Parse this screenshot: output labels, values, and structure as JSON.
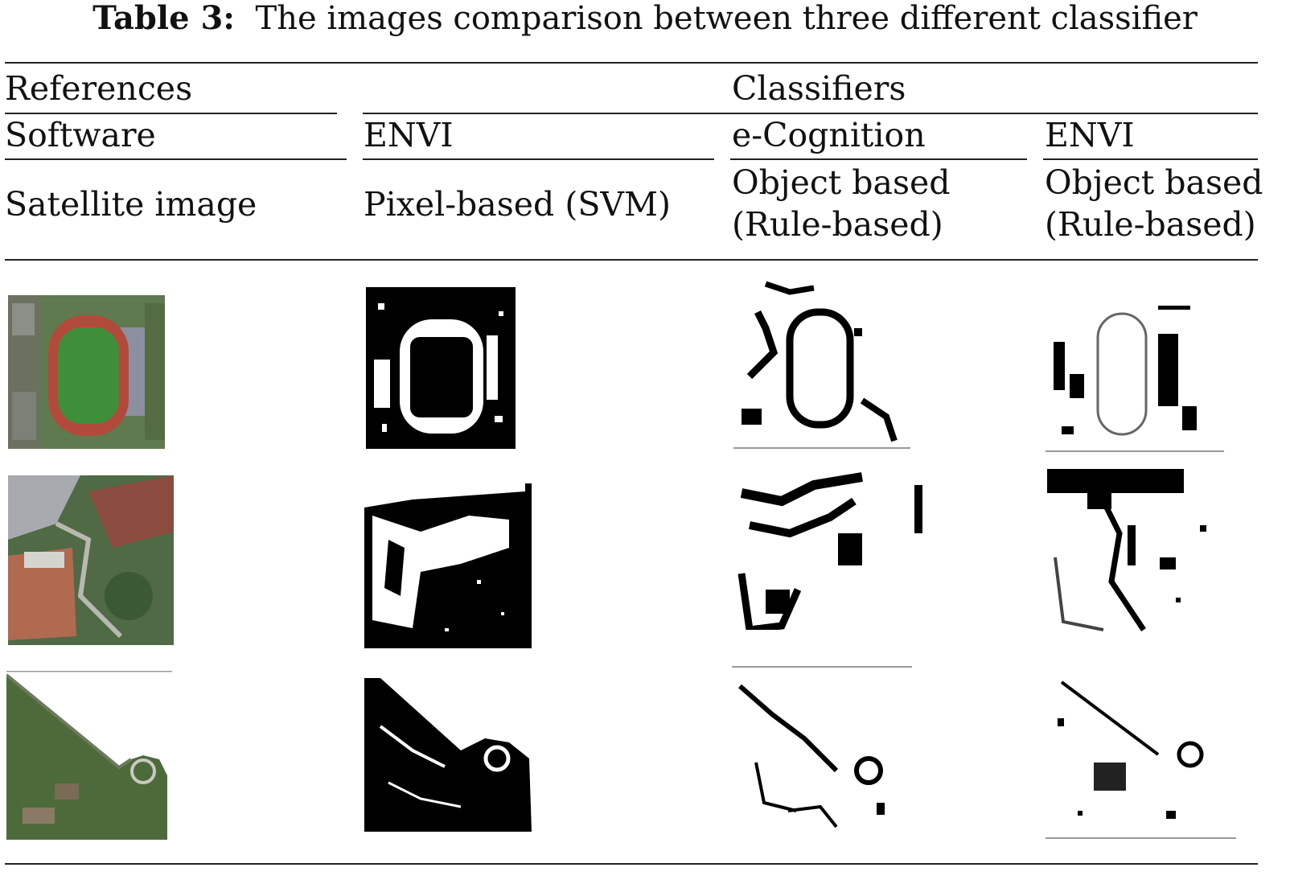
{
  "caption": {
    "label": "Table 3:",
    "text": "The images comparison between three different classifier"
  },
  "header": {
    "references": "References",
    "classifiers": "Classifiers",
    "software_label": "Software",
    "software": [
      "ENVI",
      "e-Cognition",
      "ENVI"
    ],
    "ref_type": "Satellite image",
    "methods": [
      {
        "lines": [
          "Pixel-based (SVM)"
        ]
      },
      {
        "lines": [
          "Object based",
          "(Rule-based)"
        ]
      },
      {
        "lines": [
          "Object based",
          "(Rule-based)"
        ]
      }
    ]
  },
  "rows": [
    {
      "scene": "stadium",
      "cells": [
        "satellite-image",
        "svm-map",
        "ecognition-map",
        "envi-object-map"
      ]
    },
    {
      "scene": "campus",
      "cells": [
        "satellite-image",
        "svm-map",
        "ecognition-map",
        "envi-object-map"
      ]
    },
    {
      "scene": "coastline",
      "cells": [
        "satellite-image",
        "svm-map",
        "ecognition-map",
        "envi-object-map"
      ]
    }
  ],
  "colors": {
    "track": "#b24a3c",
    "field": "#3f8f3a",
    "vegetation": "#4d6b3a",
    "map_black": "#000000"
  }
}
